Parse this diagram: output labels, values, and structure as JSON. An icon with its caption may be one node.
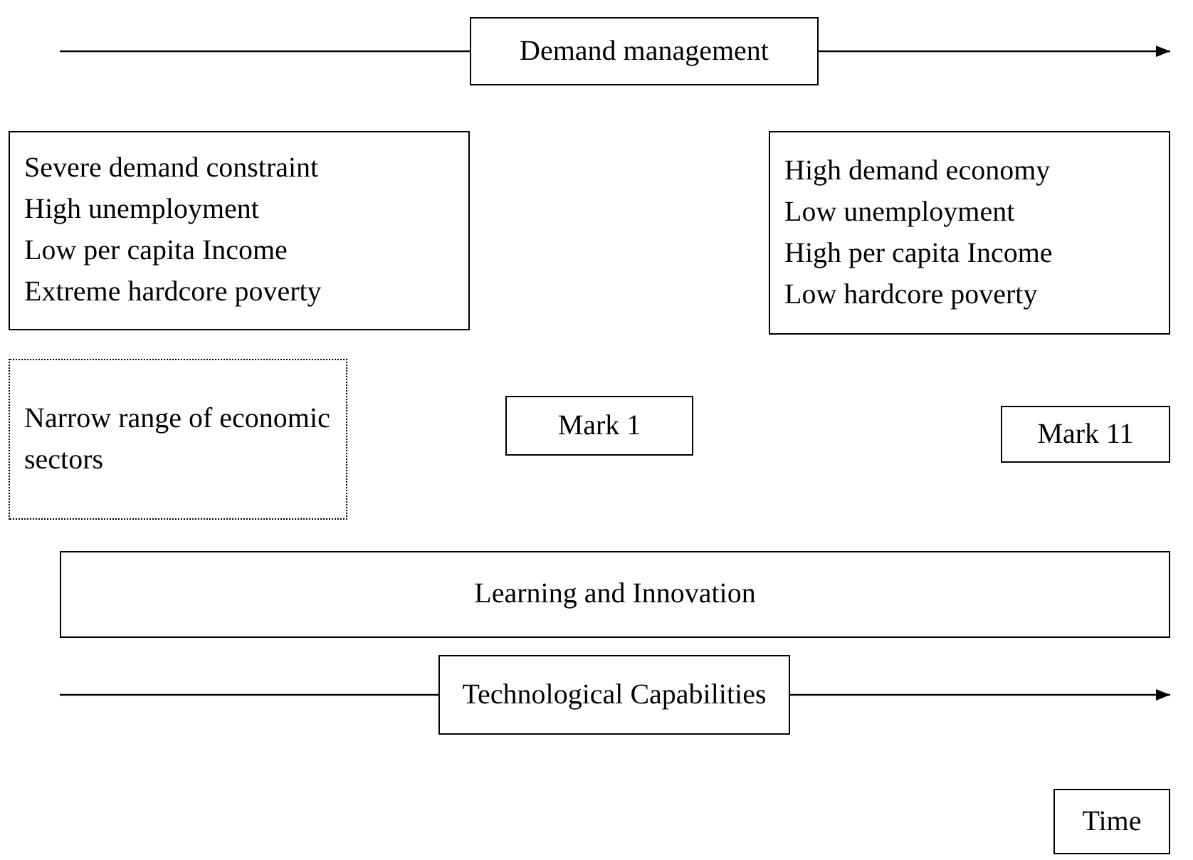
{
  "diagram": {
    "nodes": [
      {
        "text": [
          "Demand management"
        ]
      },
      {
        "text": [
          "Severe demand constraint",
          "High unemployment",
          "Low per capita Income",
          "Extreme hardcore poverty"
        ]
      },
      {
        "text": [
          "High demand economy",
          "Low unemployment",
          "High per capita Income",
          "Low hardcore poverty"
        ]
      },
      {
        "text": [
          "Narrow range of economic sectors"
        ]
      },
      {
        "text": [
          "Mark 1"
        ]
      },
      {
        "text": [
          "Mark 11"
        ]
      },
      {
        "text": [
          "Learning and Innovation"
        ]
      },
      {
        "text": [
          "Technological Capabilities"
        ]
      },
      {
        "text": [
          "Time"
        ]
      }
    ],
    "edges": [
      {
        "from": null,
        "to": 0,
        "arrow": "none"
      },
      {
        "from": 0,
        "to": null,
        "arrow": "to"
      },
      {
        "from": null,
        "to": 7,
        "arrow": "none"
      },
      {
        "from": 7,
        "to": null,
        "arrow": "to"
      }
    ]
  }
}
